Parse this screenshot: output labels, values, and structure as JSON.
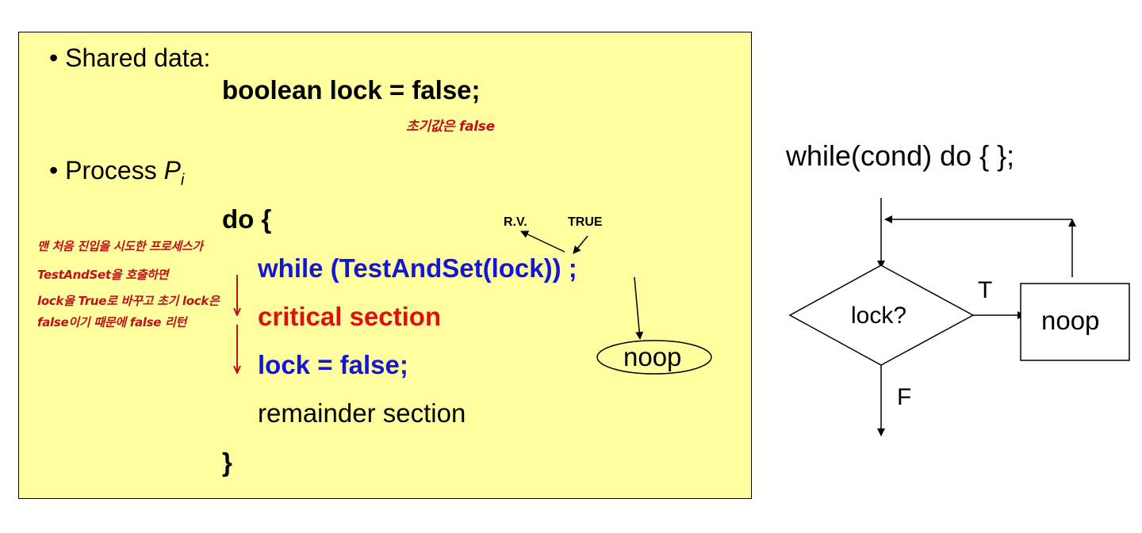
{
  "slide": {
    "shared_label": "• Shared data:",
    "shared_code": "boolean lock = false;",
    "init_note": "초기값은 false",
    "process_label": "• Process ",
    "process_var": "P",
    "process_sub": "i",
    "do_open": "do {",
    "while_line": "while (TestAndSet(lock)) ;",
    "critical": "critical section",
    "lock_false": "lock = false;",
    "remainder": "remainder section",
    "close_brace": "}",
    "rv_label": "R.V.",
    "true_label": "TRUE",
    "noop_ellipse": "noop",
    "side_note": [
      "맨 처음 진입을 시도한 프로세스가",
      "TestAndSet을 호출하면",
      "lock을 True로 바꾸고 초기 lock은",
      "false이기 때문에 false 리턴"
    ]
  },
  "flow": {
    "title": "while(cond) do {  };",
    "decision": "lock?",
    "true_label": "T",
    "false_label": "F",
    "noop_box": "noop"
  },
  "colors": {
    "box_bg": "#ffffa0",
    "blue": "#1515d8",
    "red": "#e01010",
    "note": "#c0101a"
  }
}
